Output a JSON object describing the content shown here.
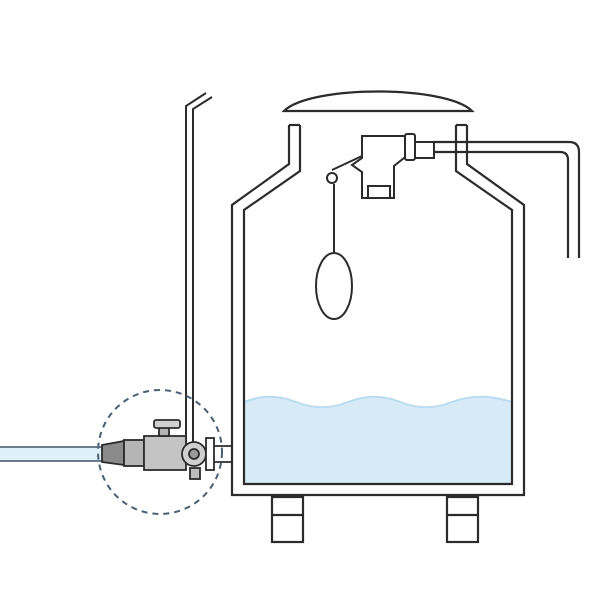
{
  "diagram": {
    "type": "water-tank-with-float-valve",
    "labels": [],
    "colors": {
      "background": "#ffffff",
      "outline": "#2b2b2b",
      "water": "#d6ebf7",
      "water_surface": "#b9dcf1",
      "inlet_pipe_fill": "#dff0fa",
      "inlet_pipe_edge": "#5a6a78",
      "valve_gray": "#a9a9a9",
      "valve_light": "#d0d0d0",
      "valve_dark": "#8a8a8a",
      "focus_circle": "#4a5f73"
    },
    "components": [
      "tank-shell",
      "tank-lid",
      "tank-legs",
      "water-body",
      "float-valve",
      "float-ball",
      "supply-pipe",
      "vent-pipe",
      "drain-hose",
      "drain-valve",
      "focus-circle"
    ]
  }
}
